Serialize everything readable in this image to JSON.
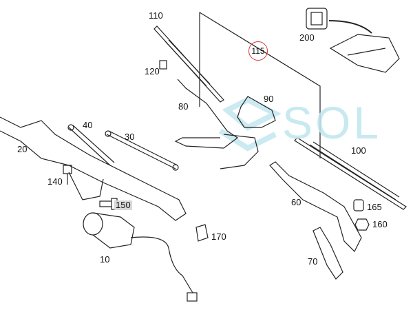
{
  "diagram": {
    "title": "Windshield wiper assembly parts diagram",
    "watermark": "SOL",
    "highlight_color": "#d33333",
    "labels": {
      "p10": "10",
      "p20": "20",
      "p30": "30",
      "p40": "40",
      "p60": "60",
      "p70": "70",
      "p80": "80",
      "p90": "90",
      "p100": "100",
      "p110": "110",
      "p115": "115",
      "p120": "120",
      "p140": "140",
      "p150": "150",
      "p160": "160",
      "p165": "165",
      "p170": "170",
      "p200": "200"
    }
  }
}
